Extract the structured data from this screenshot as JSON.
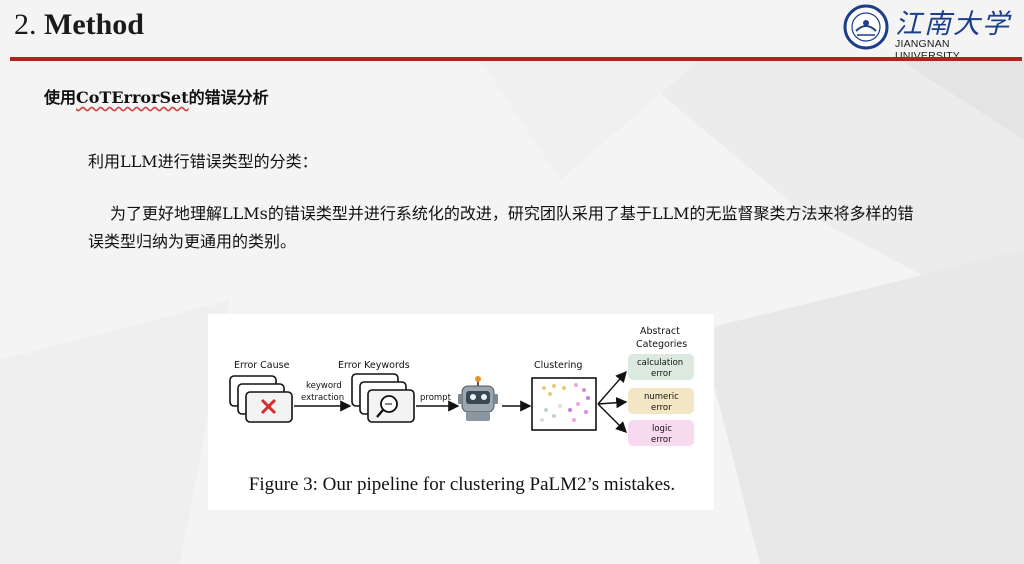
{
  "header": {
    "title_number": "2.",
    "title_text": "Method",
    "logo_cn": "江南大学",
    "logo_en": "JIANGNAN UNIVERSITY"
  },
  "section": {
    "heading_prefix": "使用",
    "heading_highlight": "CoTErrorSet",
    "heading_suffix": "的错误分析"
  },
  "content": {
    "subheading": "利用LLM进行错误类型的分类：",
    "paragraph": "为了更好地理解LLMs的错误类型并进行系统化的改进，研究团队采用了基于LLM的无监督聚类方法来将多样的错误类型归纳为更通用的类别。"
  },
  "figure": {
    "error_cause": "Error Cause",
    "keyword_extraction_1": "keyword",
    "keyword_extraction_2": "extraction",
    "error_keywords": "Error Keywords",
    "prompt": "prompt",
    "clustering": "Clustering",
    "abstract_1": "Abstract",
    "abstract_2": "Categories",
    "cat1_line1": "calculation",
    "cat1_line2": "error",
    "cat2_line1": "numeric",
    "cat2_line2": "error",
    "cat3_line1": "logic",
    "cat3_line2": "error",
    "caption": "Figure 3: Our pipeline for clustering PaLM2’s mistakes.",
    "colors": {
      "cat1": "#dbe9df",
      "cat2": "#f3e6c4",
      "cat3": "#f7d9f0",
      "cross": "#d62b2b"
    }
  }
}
